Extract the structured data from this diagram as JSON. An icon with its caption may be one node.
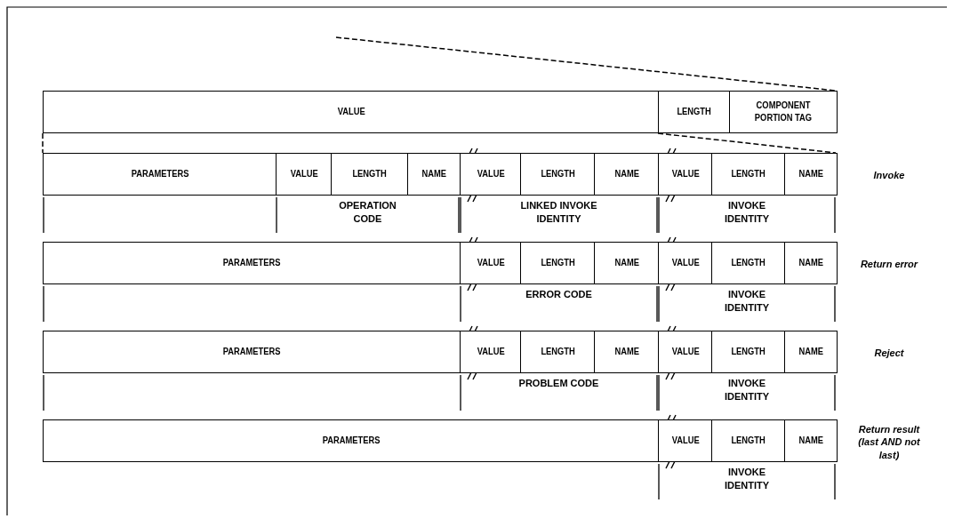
{
  "diagram": {
    "nodes": [
      {
        "text": [
          "VALUE"
        ]
      },
      {
        "text": [
          "LENGTH"
        ]
      },
      {
        "text": [
          "COMPONENT PORTION TAG"
        ]
      },
      {
        "text": [
          "PARAMETERS"
        ]
      },
      {
        "text": [
          "VALUE"
        ]
      },
      {
        "text": [
          "LENGTH"
        ]
      },
      {
        "text": [
          "NAME"
        ]
      },
      {
        "text": [
          "VALUE"
        ]
      },
      {
        "text": [
          "LENGTH"
        ]
      },
      {
        "text": [
          "NAME"
        ]
      },
      {
        "text": [
          "VALUE"
        ]
      },
      {
        "text": [
          "LENGTH"
        ]
      },
      {
        "text": [
          "NAME"
        ]
      },
      {
        "text": [
          "PARAMETERS"
        ]
      },
      {
        "text": [
          "VALUE"
        ]
      },
      {
        "text": [
          "LENGTH"
        ]
      },
      {
        "text": [
          "NAME"
        ]
      },
      {
        "text": [
          "VALUE"
        ]
      },
      {
        "text": [
          "LENGTH"
        ]
      },
      {
        "text": [
          "NAME"
        ]
      },
      {
        "text": [
          "PARAMETERS"
        ]
      },
      {
        "text": [
          "VALUE"
        ]
      },
      {
        "text": [
          "LENGTH"
        ]
      },
      {
        "text": [
          "NAME"
        ]
      },
      {
        "text": [
          "VALUE"
        ]
      },
      {
        "text": [
          "LENGTH"
        ]
      },
      {
        "text": [
          "NAME"
        ]
      },
      {
        "text": [
          "PARAMETERS"
        ]
      },
      {
        "text": [
          "VALUE"
        ]
      },
      {
        "text": [
          "LENGTH"
        ]
      },
      {
        "text": [
          "NAME"
        ]
      }
    ],
    "edges": [
      {
        "from": null,
        "to": 2,
        "arrow": "none",
        "style": "dashed"
      },
      {
        "from": 0,
        "to": 3,
        "arrow": "none",
        "style": "dashed"
      },
      {
        "from": 1,
        "to": 12,
        "arrow": "none",
        "style": "dashed"
      }
    ],
    "labels": [
      "Invoke",
      "OPERATION CODE",
      "LINKED INVOKE IDENTITY",
      "INVOKE IDENTITY",
      "Return error",
      "ERROR CODE",
      "INVOKE IDENTITY",
      "Reject",
      "PROBLEM CODE",
      "INVOKE IDENTITY",
      "Return result (last AND not last)",
      "INVOKE IDENTITY"
    ]
  }
}
